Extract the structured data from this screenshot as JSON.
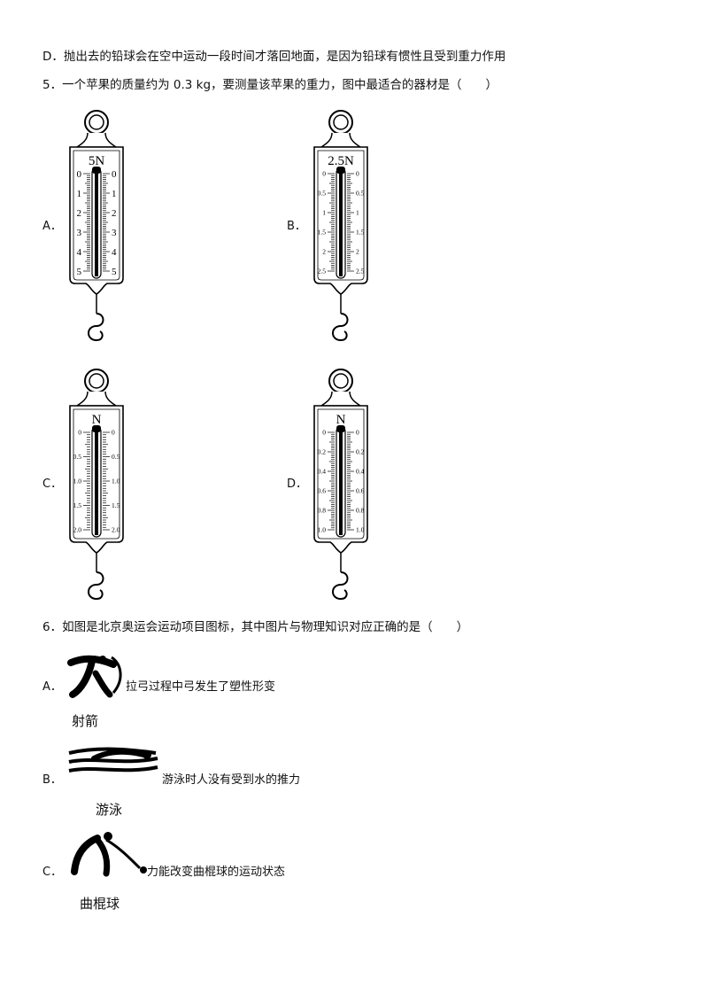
{
  "lines": {
    "d_prev": "D．抛出去的铅球会在空中运动一段时间才落回地面，是因为铅球有惯性且受到重力作用",
    "q5": "5．一个苹果的质量约为 0.3 kg，要测量该苹果的重力，图中最适合的器材是（　　）",
    "q6": "6．如图是北京奥运会运动项目图标，其中图片与物理知识对应正确的是（　　）"
  },
  "q5_options": [
    {
      "letter": "A．",
      "title": "5N",
      "left_labels": [
        "0",
        "1",
        "2",
        "3",
        "4",
        "5"
      ],
      "right_labels": [
        "0",
        "1",
        "2",
        "3",
        "4",
        "5"
      ]
    },
    {
      "letter": "B．",
      "title": "2.5N",
      "left_labels": [
        "0",
        "0.5",
        "1",
        "1.5",
        "2",
        "2.5"
      ],
      "right_labels": [
        "0",
        "0.5",
        "1",
        "1.5",
        "2",
        "2.5"
      ]
    },
    {
      "letter": "C．",
      "title": "N",
      "left_labels": [
        "0",
        "0.5",
        "1.0",
        "1.5",
        "2.0"
      ],
      "right_labels": [
        "0",
        "0.5",
        "1.0",
        "1.5",
        "2.0"
      ]
    },
    {
      "letter": "D．",
      "title": "N",
      "left_labels": [
        "0",
        "0.2",
        "0.4",
        "0.6",
        "0.8",
        "1.0"
      ],
      "right_labels": [
        "0",
        "0.2",
        "0.4",
        "0.6",
        "0.8",
        "1.0"
      ]
    }
  ],
  "q6_options": [
    {
      "letter": "A．",
      "statement": "拉弓过程中弓发生了塑性形变",
      "sport": "射箭",
      "icon": "archery-pictogram"
    },
    {
      "letter": "B．",
      "statement": "游泳时人没有受到水的推力",
      "sport": "游泳",
      "icon": "swimming-pictogram"
    },
    {
      "letter": "C．",
      "statement": "力能改变曲棍球的运动状态",
      "sport": "曲棍球",
      "icon": "hockey-pictogram"
    }
  ]
}
